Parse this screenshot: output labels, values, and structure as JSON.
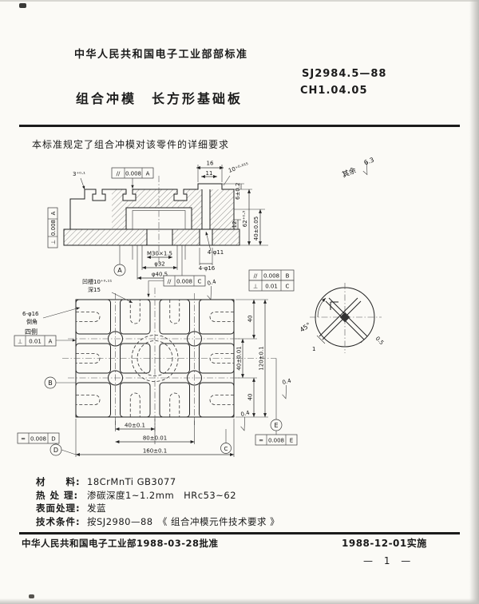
{
  "header": {
    "org": "中华人民共和国电子工业部部标准",
    "standard_no": "SJ2984.5—88",
    "code": "CH1.04.05",
    "title": "组合冲模　长方形基础板"
  },
  "intro": "本标准规定了组合冲模对该零件的详细要求",
  "drawing": {
    "note_rest_prefix": "其余",
    "note_rest_value": "6.3",
    "roughness": "0.4",
    "section": {
      "w16": "16",
      "w11": "11",
      "step3": "3⁺⁰·¹",
      "step10": "10⁺⁰·⁰¹⁵",
      "h6": "6±0.2",
      "h62": "62⁺⁰·³",
      "h40": "40±0.05",
      "h12": "12",
      "thread": "M30×1.5",
      "bore32": "φ32",
      "bore405": "φ40.5",
      "holes11": "4-φ11",
      "holes16": "4-φ16"
    },
    "plan": {
      "w40": "40±0.1",
      "w80": "80±0.01",
      "w160": "160±0.1",
      "h40c": "40±0.01",
      "h40a": "40",
      "h40b": "40",
      "h120": "120±0.1",
      "holes": "6-φ16",
      "holes2": "倒角",
      "slot": "凹槽10⁺⁰·¹¹",
      "slot2": "深15",
      "sides": "四侧"
    },
    "detail": {
      "angle": "45°",
      "d1": "1",
      "d05": "0.5"
    },
    "frames": {
      "par_a": {
        "sym": "//",
        "val": "0.008",
        "ref": "A"
      },
      "perp_a": {
        "sym": "⊥",
        "val": "0.008",
        "ref": "A"
      },
      "par_c": {
        "sym": "//",
        "val": "0.008",
        "ref": "C"
      },
      "par_b": {
        "sym": "//",
        "val": "0.008",
        "ref": "B"
      },
      "perp_c": {
        "sym": "⊥",
        "val": "0.01",
        "ref": "C"
      },
      "perp_sides": {
        "sym": "⊥",
        "val": "0.01",
        "ref": "A"
      },
      "sym_d": {
        "sym": "=",
        "val": "0.008",
        "ref": "D"
      },
      "sym_e": {
        "sym": "=",
        "val": "0.008",
        "ref": "E"
      }
    },
    "datums": {
      "a": "A",
      "b": "B",
      "c": "C",
      "d": "D",
      "e": "E"
    }
  },
  "specs": [
    {
      "label": "材　　料:",
      "value": "18CrMnTi GB3077"
    },
    {
      "label": "热 处 理:",
      "value": "渗碳深度1~1.2mm　HRc53~62"
    },
    {
      "label": "表面处理:",
      "value": "发蓝"
    },
    {
      "label": "技术条件:",
      "value": "按SJ2980—88　《 组合冲模元件技术要求 》"
    }
  ],
  "footer": {
    "approved": "中华人民共和国电子工业部1988-03-28批准",
    "effective": "1988-12-01实施",
    "page": "— 1 —"
  }
}
